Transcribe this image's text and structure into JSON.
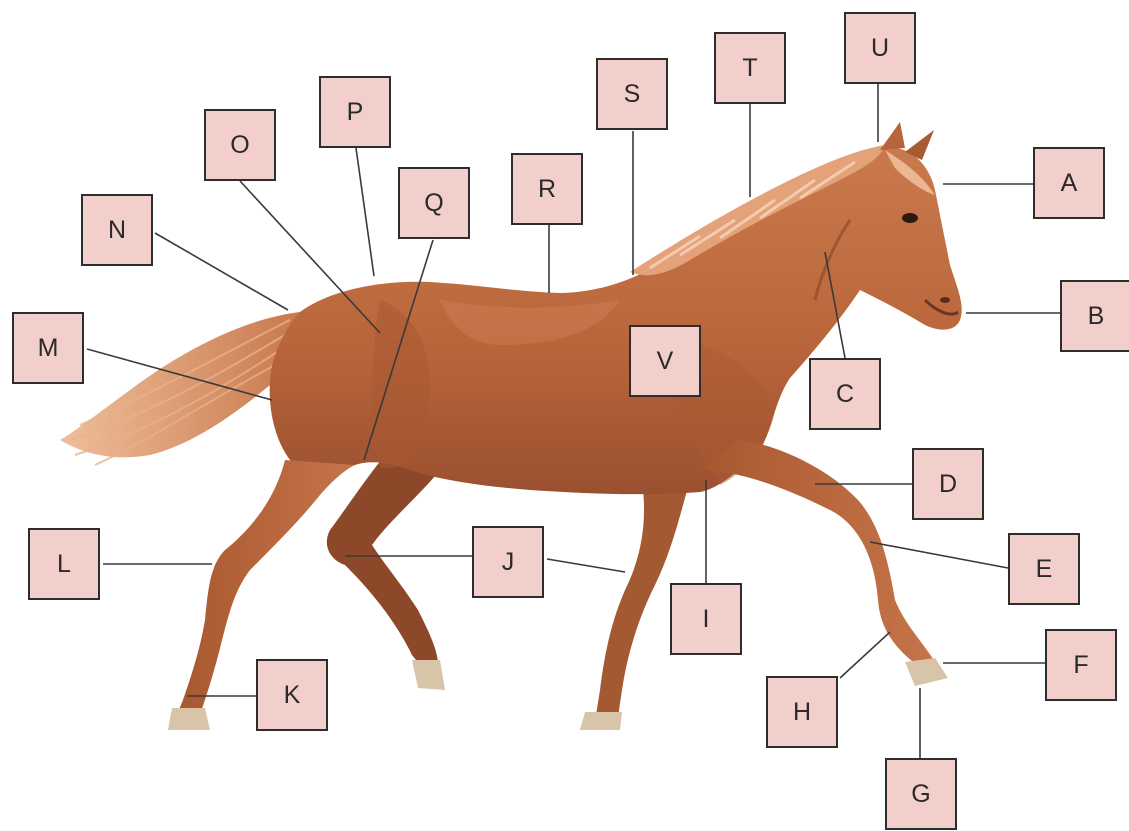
{
  "colors": {
    "background": "#ffffff",
    "label_fill": "#f2cfca",
    "label_border": "#2e2e2e",
    "leader_line": "#3a3a3a",
    "coat": "#b8643a",
    "coat_dark": "#8a4426",
    "coat_light": "#d48a5c",
    "mane_tail": "#e3a27a",
    "hoof": "#d8c4a8"
  },
  "labels": {
    "A": "A",
    "B": "B",
    "C": "C",
    "D": "D",
    "E": "E",
    "F": "F",
    "G": "G",
    "H": "H",
    "I": "I",
    "J": "J",
    "K": "K",
    "L": "L",
    "M": "M",
    "N": "N",
    "O": "O",
    "P": "P",
    "Q": "Q",
    "R": "R",
    "S": "S",
    "T": "T",
    "U": "U",
    "V": "V"
  }
}
